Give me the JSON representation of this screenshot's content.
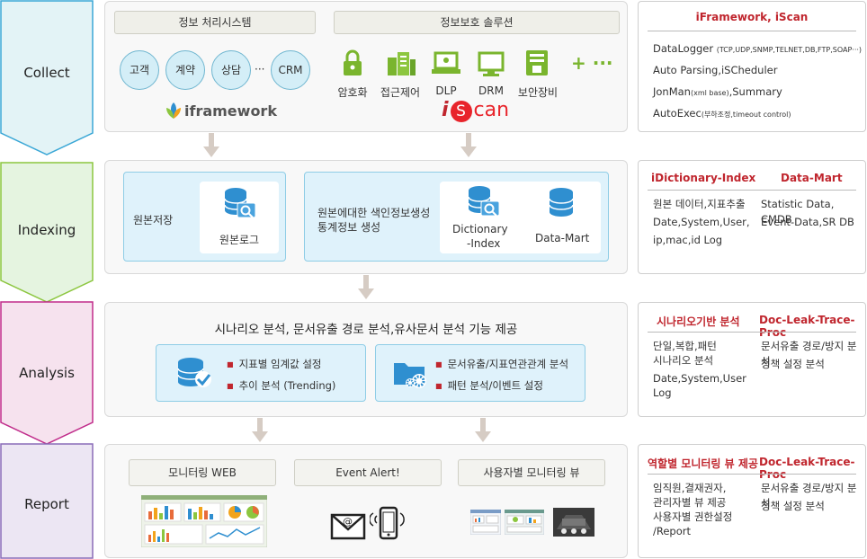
{
  "stages": [
    "Collect",
    "Indexing",
    "Analysis",
    "Report"
  ],
  "collect": {
    "info_header": "정보 처리시스템",
    "sec_header": "정보보호 솔루션",
    "circles": [
      "고객",
      "계약",
      "상담",
      "···",
      "CRM"
    ],
    "sec_items": [
      "암호화",
      "접근제어",
      "DLP",
      "DRM",
      "보안장비"
    ],
    "plus_more": "+ ···",
    "brand_iframework": "iframework",
    "brand_iscan_i": "i",
    "brand_iscan_s": "S",
    "brand_iscan_rest": "can"
  },
  "indexing": {
    "left_label": "원본저장",
    "left_icon_label": "원본로그",
    "right_label_1": "원본에대한 색인정보생성",
    "right_label_2": "통계정보 생성",
    "dict_label_1": "Dictionary",
    "dict_label_2": "-Index",
    "mart_label": "Data-Mart"
  },
  "analysis": {
    "title": "시나리오 분석, 문서유출 경로 분석,유사문서 분석 기능 제공",
    "left_items": [
      "지표별 임계값 설정",
      "추이 분석 (Trending)"
    ],
    "right_items": [
      "문서유출/지표연관관계 분석",
      "패턴 분석/이벤트 설정"
    ]
  },
  "report": {
    "buttons": [
      "모니터링 WEB",
      "Event Alert!",
      "사용자별 모니터링 뷰"
    ]
  },
  "side": {
    "collect": {
      "title": "iFramework, iScan",
      "lines": [
        {
          "main": "DataLogger ",
          "small": "(TCP,UDP,SNMP,TELNET,DB,FTP,SOAP···)"
        },
        {
          "main": "Auto Parsing,iSCheduler",
          "small": ""
        },
        {
          "main": "JonMan",
          "small": "(xml base)",
          "rest": ",Summary"
        },
        {
          "main": "AutoExec",
          "small": "(부하조정,timeout control)"
        }
      ]
    },
    "indexing": {
      "title_left": "iDictionary-Index",
      "title_right": "Data-Mart",
      "left_lines": [
        "원본 데이터,지표추출",
        "Date,System,User,",
        "ip,mac,id Log"
      ],
      "right_lines": [
        "Statistic Data, CMDB",
        "Event-Data,SR DB"
      ]
    },
    "analysis": {
      "title_left": "시나리오기반 분석",
      "title_right": "Doc-Leak-Trace-Proc",
      "left_lines": [
        "단일,복합,패턴",
        "시나리오 분석",
        "Date,System,User",
        "Log"
      ],
      "right_lines": [
        "문서유출 경로/방지 분석",
        "정책 설정 분석"
      ]
    },
    "report": {
      "title_left": "역할별 모니터링 뷰 제공",
      "title_right": "Doc-Leak-Trace-Proc",
      "left_lines": [
        "임직원,결재권자,",
        "관리자별 뷰 제공",
        "사용자별 권한설정",
        "/Report"
      ],
      "right_lines": [
        "문서유출 경로/방지 분석",
        "정책 설정 분석"
      ]
    }
  },
  "colors": {
    "chevron_fill": "#d8f1e6",
    "chevron_collect": "#3aa7d6",
    "chevron_indexing": "#8cc63f",
    "chevron_analysis": "#c02b8a",
    "chevron_report": "#8a6cb8",
    "accent_red": "#c0262e",
    "icon_green": "#7ab52e",
    "icon_blue": "#2f8fd0"
  }
}
